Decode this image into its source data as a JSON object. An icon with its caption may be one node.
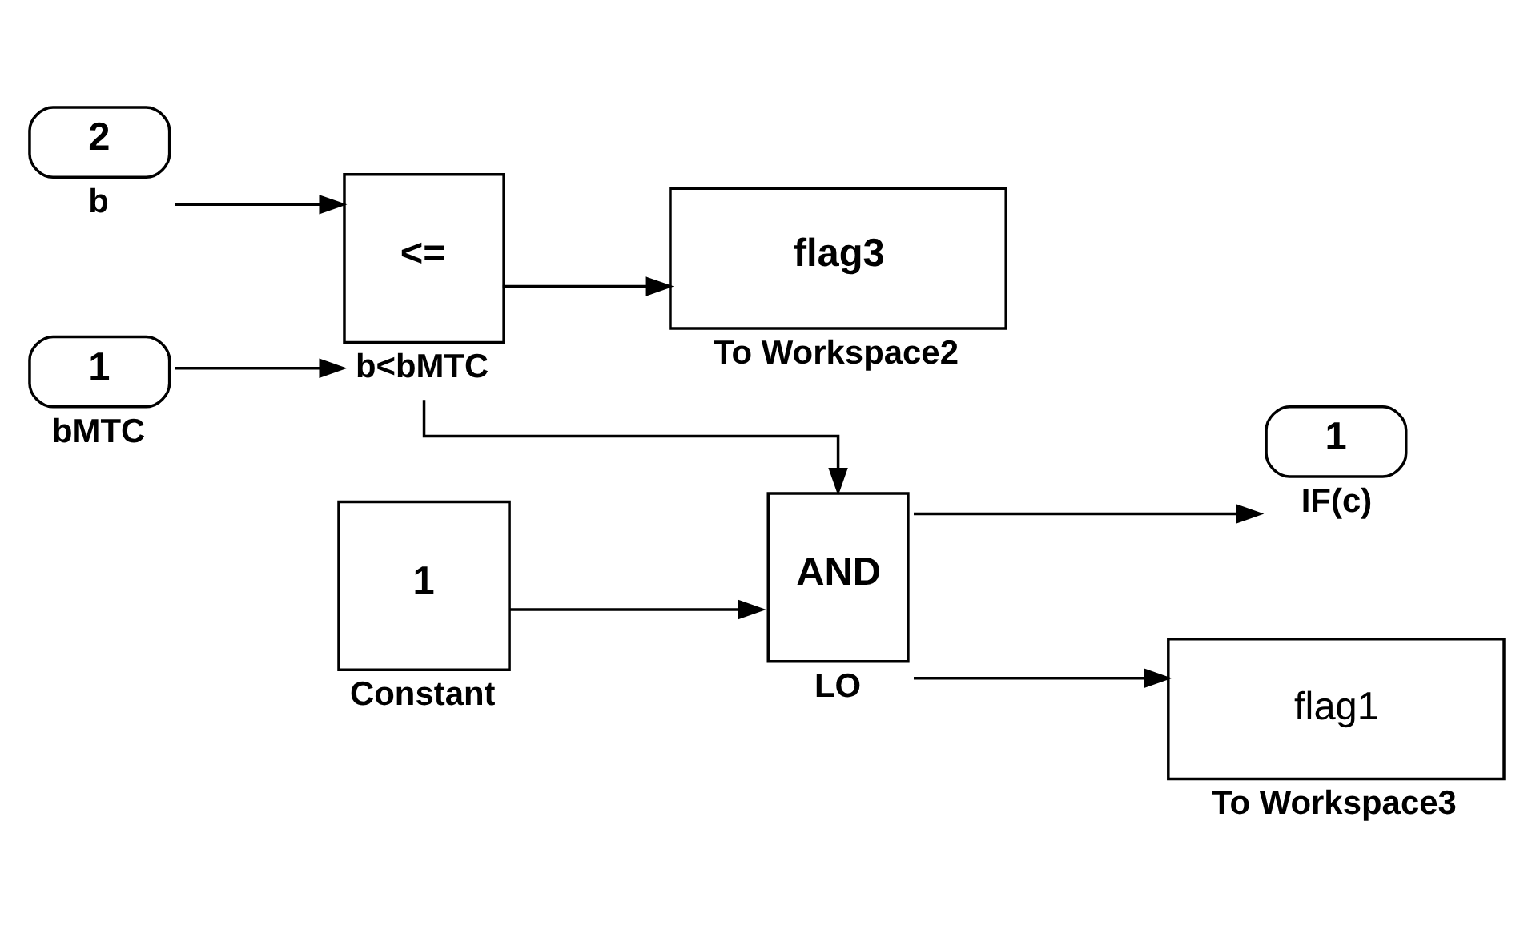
{
  "diagram": {
    "nodes": [
      {
        "text": [
          "2"
        ],
        "beside": [
          "b"
        ]
      },
      {
        "text": [
          "1"
        ],
        "beside": [
          "bMTC"
        ]
      },
      {
        "text": [
          "<="
        ],
        "beside": [
          "b<bMTC"
        ]
      },
      {
        "text": [
          "flag3"
        ],
        "beside": [
          "To Workspace2"
        ]
      },
      {
        "text": [
          "AND"
        ],
        "beside": [
          "LO"
        ]
      },
      {
        "text": [
          "1"
        ],
        "beside": [
          "Constant"
        ]
      },
      {
        "text": [
          "1"
        ],
        "beside": [
          "IF(c)"
        ]
      },
      {
        "text": [
          "flag1"
        ],
        "beside": [
          "To Workspace3"
        ]
      }
    ],
    "edges": [
      {
        "from": 0,
        "to": 2,
        "arrow": "to"
      },
      {
        "from": 1,
        "to": 2,
        "arrow": "to"
      },
      {
        "from": 2,
        "to": 3,
        "arrow": "to"
      },
      {
        "from": 2,
        "to": 4,
        "arrow": "to"
      },
      {
        "from": 5,
        "to": 4,
        "arrow": "to"
      },
      {
        "from": 4,
        "to": 6,
        "arrow": "to"
      },
      {
        "from": 4,
        "to": 7,
        "arrow": "to"
      }
    ]
  }
}
